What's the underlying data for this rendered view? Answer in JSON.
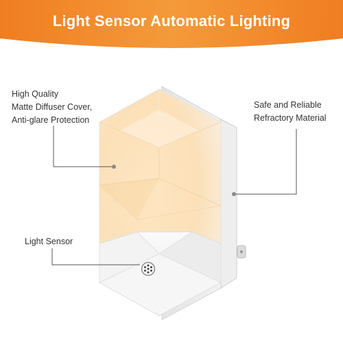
{
  "banner": {
    "title": "Light Sensor Automatic Lighting",
    "color": "#f18a2a"
  },
  "callouts": {
    "quality": [
      "High Quality",
      "Matte Diffuser Cover,",
      "Anti-glare Protection"
    ],
    "safe": [
      "Safe and Reliable",
      "Refractory Material"
    ],
    "sensor": [
      "Light Sensor"
    ]
  },
  "colors": {
    "text": "#333333",
    "leader_line": "#555555",
    "glow": "#fbd9a8"
  }
}
